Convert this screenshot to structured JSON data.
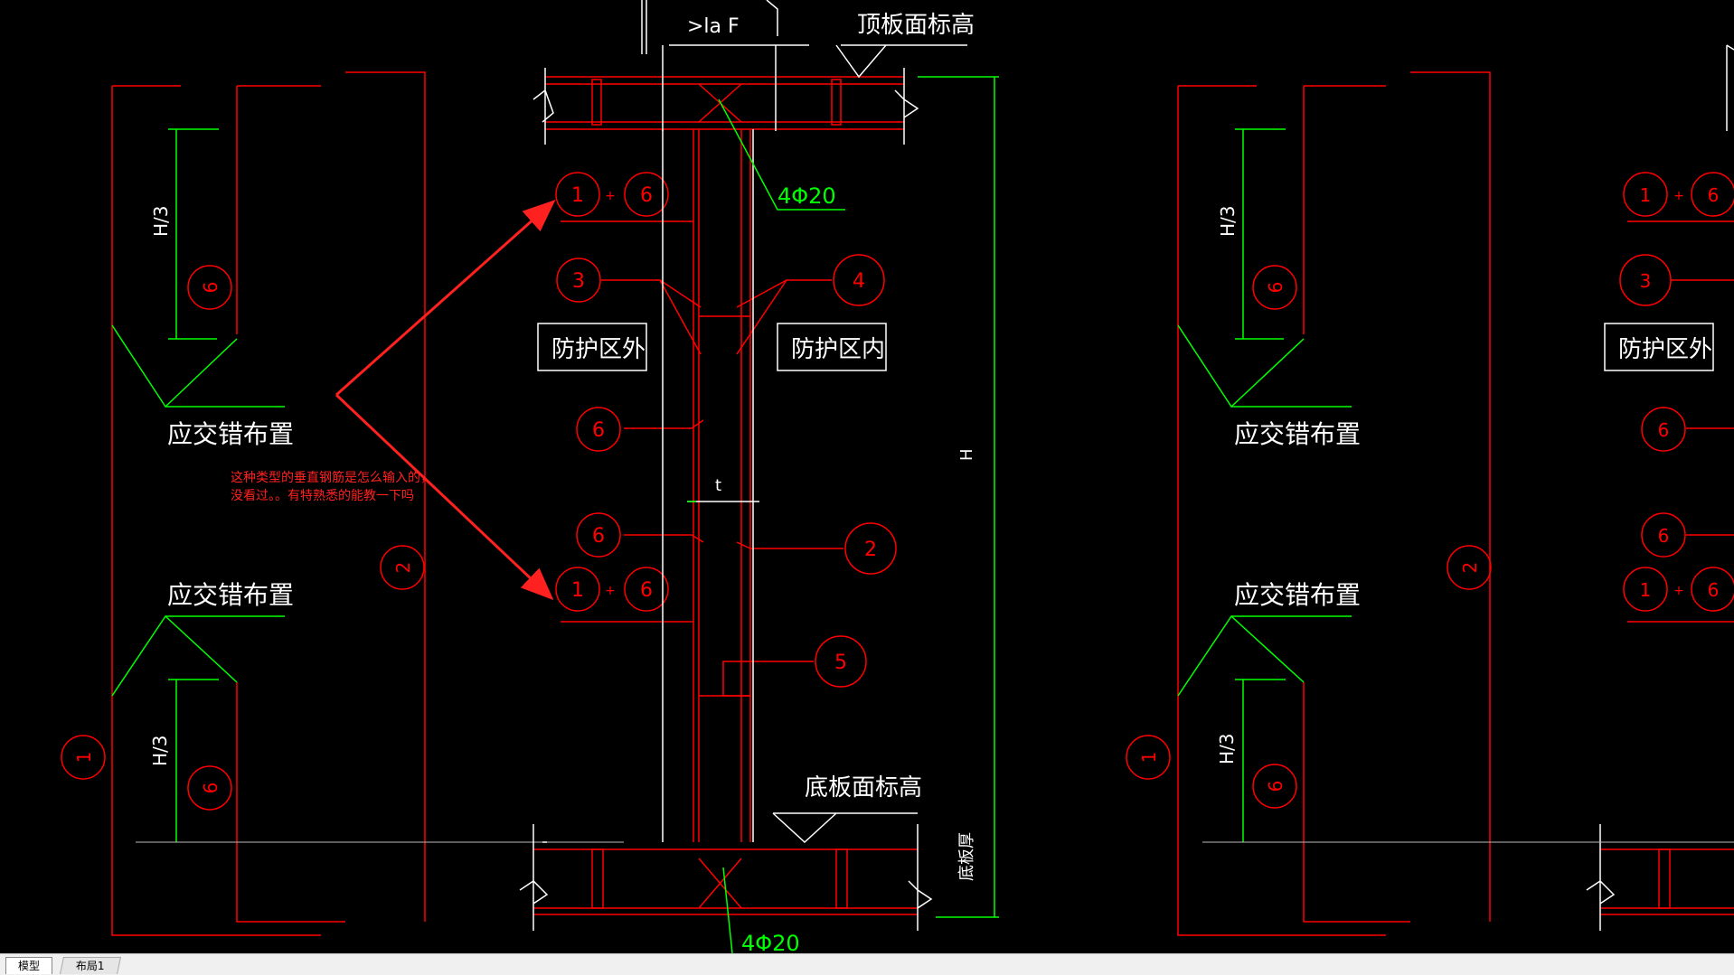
{
  "drawing": {
    "top_slab_label": "顶板面标高",
    "bottom_slab_label": "底板面标高",
    "bottom_slab_thickness": "底板厚",
    "anchor_length": ">la F",
    "rebar_top": "4Φ20",
    "rebar_bottom": "4Φ20",
    "outside_label": "防护区外",
    "inside_label": "防护区内",
    "stagger_label": "应交错布置",
    "height_third": "H/3",
    "height": "H",
    "thickness": "t",
    "plus": "+",
    "circle_1": "1",
    "circle_2": "2",
    "circle_3": "3",
    "circle_4": "4",
    "circle_5": "5",
    "circle_6": "6"
  },
  "question": {
    "line1": "这种类型的垂直钢筋是怎么输入的，",
    "line2": "没看过。。有特熟悉的能教一下吗"
  },
  "tabs": {
    "model": "模型",
    "layout1": "布局1"
  },
  "colors": {
    "background": "#000000",
    "red_line": "#ff0000",
    "green_line": "#00ff00",
    "white_text": "#ffffff",
    "annotation_red": "#ff2020"
  }
}
